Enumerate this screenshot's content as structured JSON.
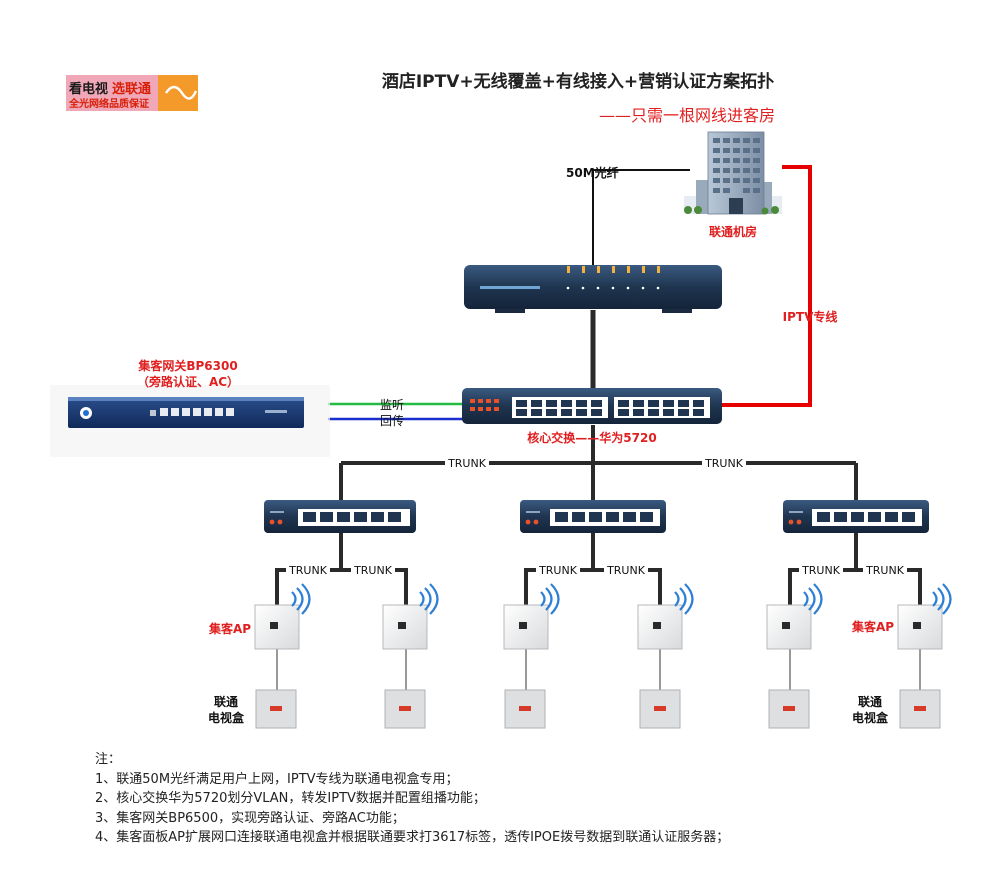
{
  "title": "酒店IPTV+无线覆盖+有线接入+营销认证方案拓扑",
  "subtitle": "——只需一根网线进客房",
  "logo": {
    "line1a": "看电视",
    "line1b": "选联通",
    "line2": "全光网络品质保证"
  },
  "labels": {
    "fiber": "50M光纤",
    "datacenter": "联通机房",
    "iptv_line": "IPTV专线",
    "gateway_line1": "集客网关BP6300",
    "gateway_line2": "（旁路认证、AC）",
    "monitor": "监听",
    "return": "回传",
    "core_switch": "核心交换——华为5720",
    "trunk": "TRUNK",
    "ap": "集客AP",
    "tvbox_line1": "联通",
    "tvbox_line2": "电视盒"
  },
  "notes": {
    "heading": "注：",
    "items": [
      "1、联通50M光纤满足用户上网，IPTV专线为联通电视盒专用；",
      "2、核心交换华为5720划分VLAN，转发IPTV数据并配置组播功能；",
      "3、集客网关BP6500，实现旁路认证、旁路AC功能；",
      "4、集客面板AP扩展网口连接联通电视盒并根据联通要求打3617标签，透传IPOE拨号数据到联通认证服务器；"
    ]
  },
  "colors": {
    "red_label": "#e02020",
    "device_navy": "#1f3550",
    "port_blue": "#4a90d9",
    "iptv_red": "#e60000",
    "monitor_green": "#22bb44",
    "return_blue": "#1a2fd0"
  }
}
